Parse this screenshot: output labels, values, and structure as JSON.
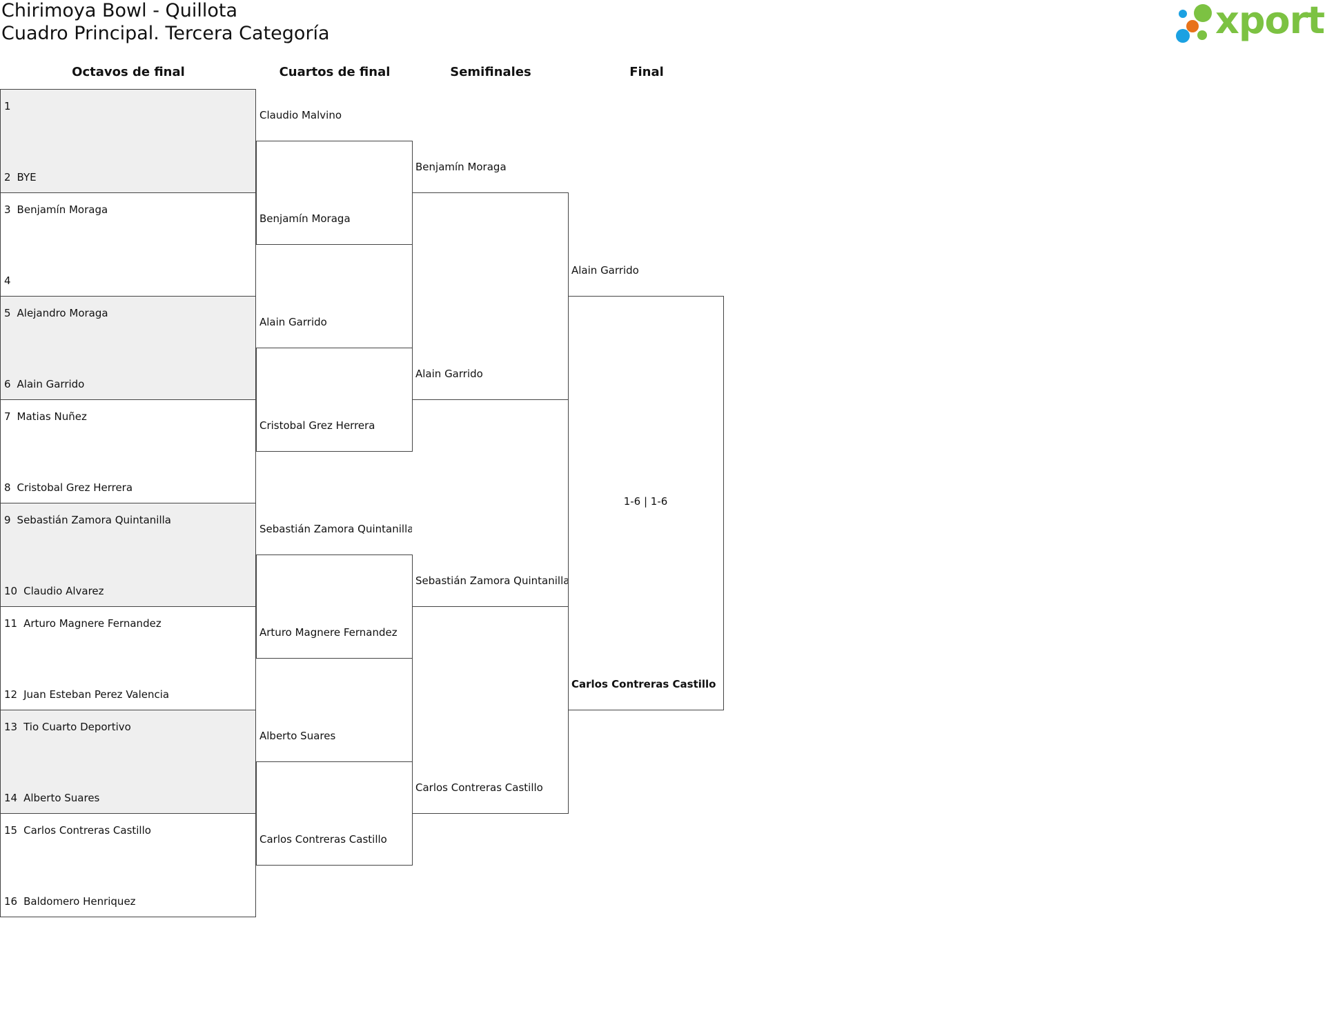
{
  "header": {
    "title_line1": "Chirimoya Bowl - Quillota",
    "title_line2": "Cuadro Principal. Tercera Categoría"
  },
  "logo": {
    "text": "xporty",
    "color_text": "#7cc242",
    "dots": [
      "#1ba1e2",
      "#e8731a",
      "#7cc242"
    ]
  },
  "rounds": [
    {
      "label": "Octavos de final"
    },
    {
      "label": "Cuartos de final"
    },
    {
      "label": "Semifinales"
    },
    {
      "label": "Final"
    }
  ],
  "octavos": [
    {
      "seed": "1",
      "name": ""
    },
    {
      "seed": "2",
      "name": "BYE"
    },
    {
      "seed": "3",
      "name": "Benjamín Moraga"
    },
    {
      "seed": "4",
      "name": ""
    },
    {
      "seed": "5",
      "name": "Alejandro Moraga"
    },
    {
      "seed": "6",
      "name": "Alain Garrido"
    },
    {
      "seed": "7",
      "name": "Matias Nuñez"
    },
    {
      "seed": "8",
      "name": "Cristobal Grez Herrera"
    },
    {
      "seed": "9",
      "name": "Sebastián Zamora Quintanilla"
    },
    {
      "seed": "10",
      "name": "Claudio Alvarez"
    },
    {
      "seed": "11",
      "name": "Arturo Magnere Fernandez"
    },
    {
      "seed": "12",
      "name": "Juan Esteban Perez Valencia"
    },
    {
      "seed": "13",
      "name": "Tio Cuarto Deportivo"
    },
    {
      "seed": "14",
      "name": "Alberto Suares"
    },
    {
      "seed": "15",
      "name": "Carlos Contreras Castillo"
    },
    {
      "seed": "16",
      "name": "Baldomero Henriquez"
    }
  ],
  "cuartos": [
    "Claudio Malvino",
    "Benjamín Moraga",
    "Alain Garrido",
    "Cristobal Grez Herrera",
    "Sebastián Zamora Quintanilla",
    "Arturo Magnere Fernandez",
    "Alberto Suares",
    "Carlos Contreras Castillo"
  ],
  "semis": [
    "Benjamín Moraga",
    "Alain Garrido",
    "Sebastián Zamora Quintanilla",
    "Carlos Contreras Castillo"
  ],
  "final": [
    "Alain Garrido",
    "Carlos Contreras Castillo"
  ],
  "final_score": "1-6 | 1-6"
}
